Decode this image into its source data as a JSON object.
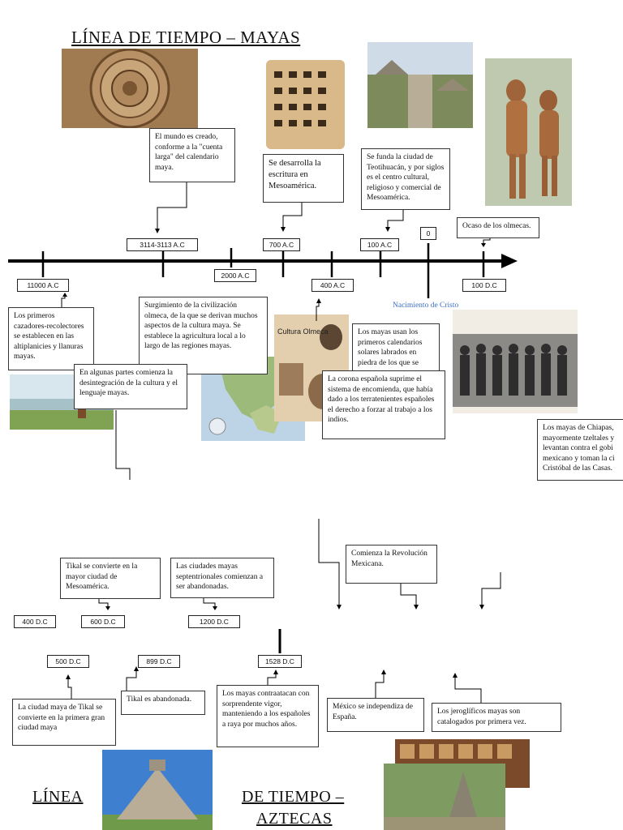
{
  "titles": {
    "top": "LÍNEA DE TIEMPO – MAYAS",
    "bottom_left": "LÍNEA",
    "bottom_right_line1": "DE TIEMPO –",
    "bottom_right_line2": "AZTECAS"
  },
  "dates_top": [
    "3114-3113 A.C",
    "700 A.C",
    "100 A.C",
    "0",
    "11000 A.C",
    "2000 A.C",
    "400 A.C",
    "100 D.C"
  ],
  "dates_bottom": [
    "400 D.C",
    "600 D.C",
    "1200 D.C",
    "500 D.C",
    "899 D.C",
    "1528 D.C"
  ],
  "events": {
    "mundo_creado": "El mundo es creado, conforme a la \"cuenta larga\" del calendario maya.",
    "escritura": "Se desarrolla la escritura en Mesoamérica.",
    "teotihuacan": "Se funda la ciudad de Teotihuacán, y por siglos es el centro cultural, religioso y comercial de Mesoamérica.",
    "olmecas_ocaso": "Ocaso de los olmecas.",
    "nacimiento_cristo": "Nacimiento de Cristo",
    "cazadores": "Los primeros cazadores-recolectores se establecen en las altiplanicies y llanuras mayas.",
    "olmeca": "Surgimiento de la civilización olmeca, de la que se derivan muchos aspectos de la cultura maya. Se establece la agricultura local a lo largo de las regiones mayas.",
    "desintegracion": "En algunas partes comienza la desintegración de la cultura y el lenguaje mayas.",
    "calendarios": "Los mayas usan los primeros calendarios solares labrados en piedra de los que se",
    "corona": "La corona española suprime el sistema de encomienda, que había dado a los terratenientes españoles el derecho a forzar al trabajo a los indios.",
    "chiapas": "Los mayas de Chiapas, mayormente tzeltales y levantan contra el gobi mexicano y toman la ci Cristóbal de las Casas.",
    "revolucion": "Comienza la Revolución Mexicana.",
    "tikal_mayor": "Tikal se convierte en la mayor ciudad de Mesoamérica.",
    "septentrionales": "Las ciudades mayas septentrionales comienzan a ser abandonadas.",
    "tikal_primera": "La ciudad maya de Tikal se convierte en la primera gran ciudad maya",
    "tikal_abandonada": "Tikal es abandonada.",
    "contraatacan": "Los mayas contraatacan con sorprendente vigor, manteniendo a los españoles a raya por muchos años.",
    "independencia": "México se independiza de España.",
    "jeroglificos": "Los jeroglíficos mayas son catalogados por primera vez."
  },
  "image_labels": {
    "cultura_olmeca": "Cultura Olmeca"
  }
}
